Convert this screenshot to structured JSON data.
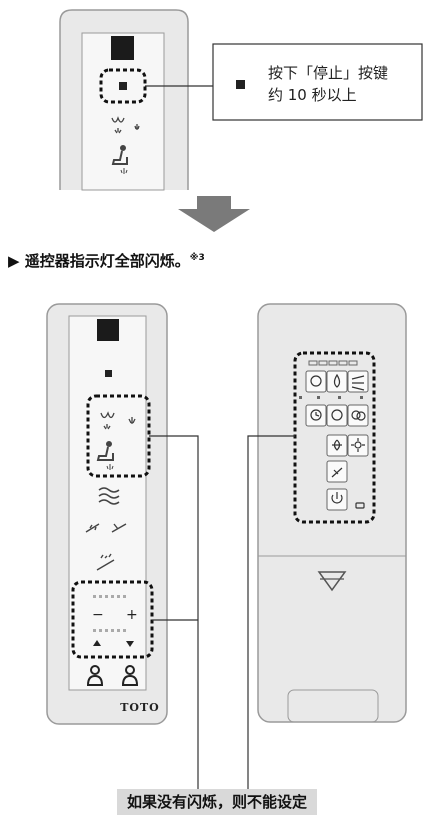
{
  "callout": {
    "line1": "按下「停止」按键",
    "line2": "约 10 秒以上"
  },
  "caption": {
    "text": "▶ 遥控器指示灯全部闪烁。",
    "note": "※3"
  },
  "brand": "TOTO",
  "footer_banner": "如果没有闪烁，则不能设定",
  "stepper": {
    "minus": "−",
    "plus": "+"
  },
  "colors": {
    "panel_fill": "#e9e9e9",
    "panel_stroke": "#9a9a9a",
    "arrow_fill": "#7a7a7a",
    "banner_fill": "#d9d9d9",
    "highlight_dash": "#111111"
  }
}
